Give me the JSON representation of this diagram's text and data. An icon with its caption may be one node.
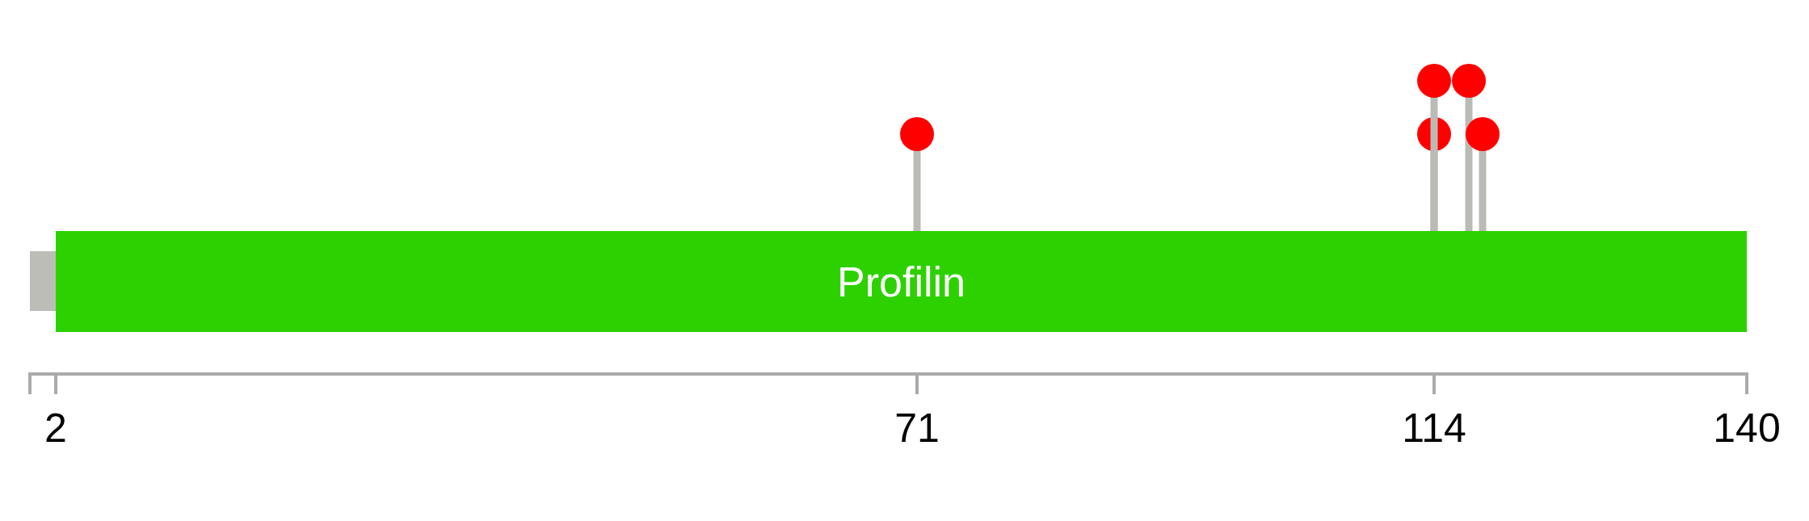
{
  "diagram": {
    "nodes": [
      {
        "text": [],
        "shape": "bar"
      },
      {
        "text": [
          "Profilin"
        ]
      }
    ],
    "labels": [
      "2",
      "71",
      "114",
      "140"
    ]
  }
}
